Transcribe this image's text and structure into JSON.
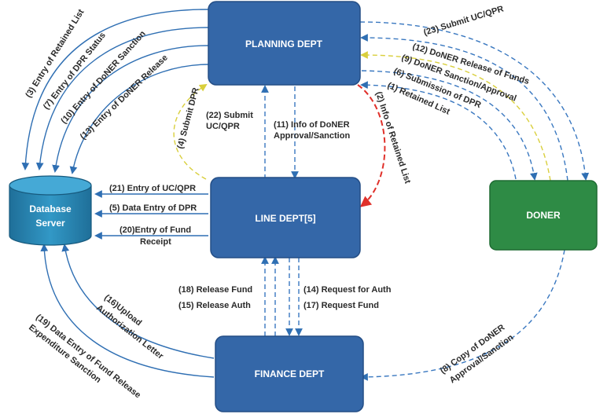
{
  "nodes": {
    "planning": "PLANNING DEPT",
    "line": "LINE DEPT[5]",
    "finance": "FINANCE DEPT",
    "doner": "DONER",
    "database_line1": "Database",
    "database_line2": "Server"
  },
  "labels": {
    "retained_list_entry": "(3) Entry of Retained List",
    "dpr_status_entry": "(7) Entry of DPR Status",
    "doner_sanction_entry": "(10) Entry of DoNER Sanction",
    "doner_release_entry": "(13) Entry of DoNER Release",
    "submit_dpr": "(4) Submit DPR",
    "submit_ucqpr_line1": "(22) Submit",
    "submit_ucqpr_line2": "UC/QPR",
    "info_approval_line1": "(11) Info of DoNER",
    "info_approval_line2": "Approval/Sanction",
    "info_retained": "(2) Info of Retained List",
    "submit_ucqpr_doner": "(23) Submit UC/QPR",
    "doner_release_funds": "(12) DoNER Release of Funds",
    "doner_sanction_approval": "(9) DoNER Sanction/Approval",
    "submission_dpr": "(6) Submission of DPR",
    "retained_list": "(1) Retained List",
    "entry_ucqpr": "(21) Entry of UC/QPR",
    "data_entry_dpr": "(5) Data Entry of DPR",
    "entry_fund_receipt_line1": "(20)Entry of Fund",
    "entry_fund_receipt_line2": "Receipt",
    "release_fund": "(18) Release Fund",
    "release_auth": "(15) Release Auth",
    "request_auth": "(14) Request for Auth",
    "request_fund": "(17) Request Fund",
    "upload_auth_line1": "(16)Upload",
    "upload_auth_line2": "Authorization Letter",
    "fund_release_entry_line1": "(19) Data Entry of Fund Release",
    "fund_release_entry_line2": "Expenditure Sanction",
    "copy_doner_line1": "(8) Copy of DoNER",
    "copy_doner_line2": "Approval/Sanction"
  },
  "colors": {
    "dept_box": "#3467a8",
    "doner_box": "#2e8b45",
    "database": "#2a86b5",
    "solid_arrow": "#2f6fb3",
    "dashed_blue": "#3a78c0",
    "dashed_yellow": "#d9cf3c",
    "dashed_red": "#e0302a"
  }
}
